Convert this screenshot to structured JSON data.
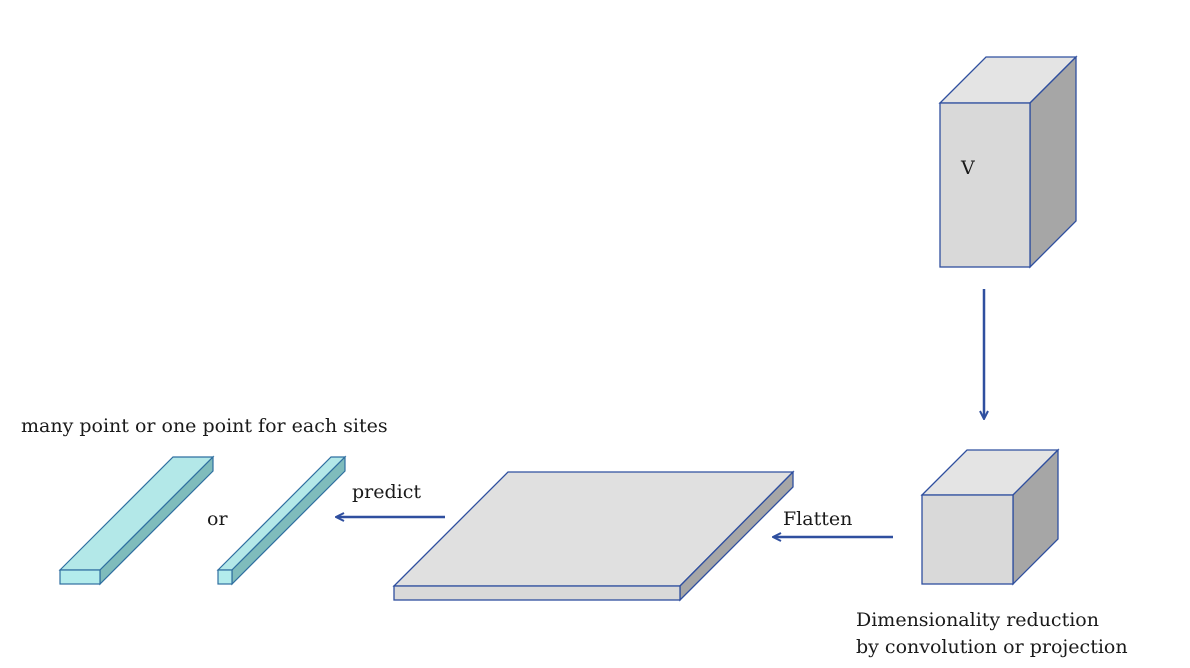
{
  "labels": {
    "volume": "V",
    "reduction_line1": "Dimensionality reduction",
    "reduction_line2": "by convolution or projection",
    "flatten": "Flatten",
    "predict": "predict",
    "or": "or",
    "output_caption": "many point or one point for each sites"
  },
  "colors": {
    "box_front": "#d9d9d9",
    "box_top": "#e4e4e4",
    "box_side": "#a6a6a6",
    "outline": "#2f4f9f",
    "arrow": "#2f4f9f",
    "bar_front": "#b3ecec",
    "bar_top": "#b3e8e8",
    "bar_side": "#7fbcbc",
    "bar_outline": "#2f6fa0"
  }
}
